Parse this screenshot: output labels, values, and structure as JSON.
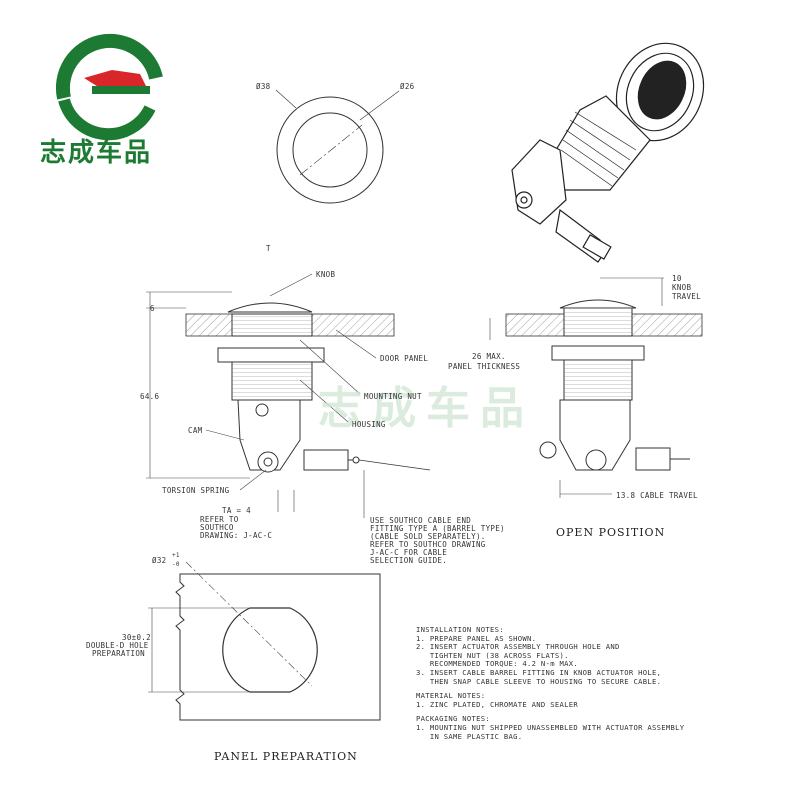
{
  "logo": {
    "text": "志成车品",
    "green": "#1d7a33",
    "red": "#d9262b"
  },
  "watermark": {
    "text": "志成车品"
  },
  "top_view": {
    "outer_dia": "Ø38",
    "inner_dia": "Ø26",
    "mark": "T"
  },
  "side_view": {
    "knob": "KNOB",
    "dim_top": "6",
    "height": "64.6",
    "door_panel": "DOOR PANEL",
    "panel_thickness": [
      "26 MAX.",
      "PANEL THICKNESS"
    ],
    "mounting_nut": "MOUNTING NUT",
    "housing": "HOUSING",
    "cam": "CAM",
    "torsion_spring": "TORSION SPRING",
    "ta": [
      "TA = 4",
      "REFER TO",
      "SOUTHCO",
      "DRAWING: J-AC-C"
    ],
    "cable_note": [
      "USE SOUTHCO CABLE END",
      "FITTING TYPE A (BARREL TYPE)",
      "(CABLE SOLD SEPARATELY).",
      "REFER TO SOUTHCO DRAWING",
      "J-AC-C FOR CABLE",
      "SELECTION GUIDE."
    ]
  },
  "open_view": {
    "knob_travel": [
      "10",
      "KNOB",
      "TRAVEL"
    ],
    "cable_travel": "13.8 CABLE TRAVEL",
    "caption": "OPEN POSITION"
  },
  "panel_prep": {
    "dia": "Ø32",
    "tol_plus": "+1",
    "tol_minus": "-0",
    "hole": [
      "30±0.2",
      "DOUBLE-D HOLE",
      "PREPARATION"
    ],
    "caption": "PANEL PREPARATION"
  },
  "notes": {
    "installation": [
      "INSTALLATION NOTES:",
      "1. PREPARE PANEL AS SHOWN.",
      "2. INSERT ACTUATOR ASSEMBLY THROUGH HOLE AND",
      "   TIGHTEN NUT (38 ACROSS FLATS).",
      "   RECOMMENDED TORQUE: 4.2 N-m MAX.",
      "3. INSERT CABLE BARREL FITTING IN KNOB ACTUATOR HOLE,",
      "   THEN SNAP CABLE SLEEVE TO HOUSING TO SECURE CABLE."
    ],
    "material": [
      "MATERIAL NOTES:",
      "1. ZINC PLATED, CHROMATE AND SEALER"
    ],
    "packaging": [
      "PACKAGING NOTES:",
      "1. MOUNTING NUT SHIPPED UNASSEMBLED WITH ACTUATOR ASSEMBLY",
      "   IN SAME PLASTIC BAG."
    ]
  }
}
